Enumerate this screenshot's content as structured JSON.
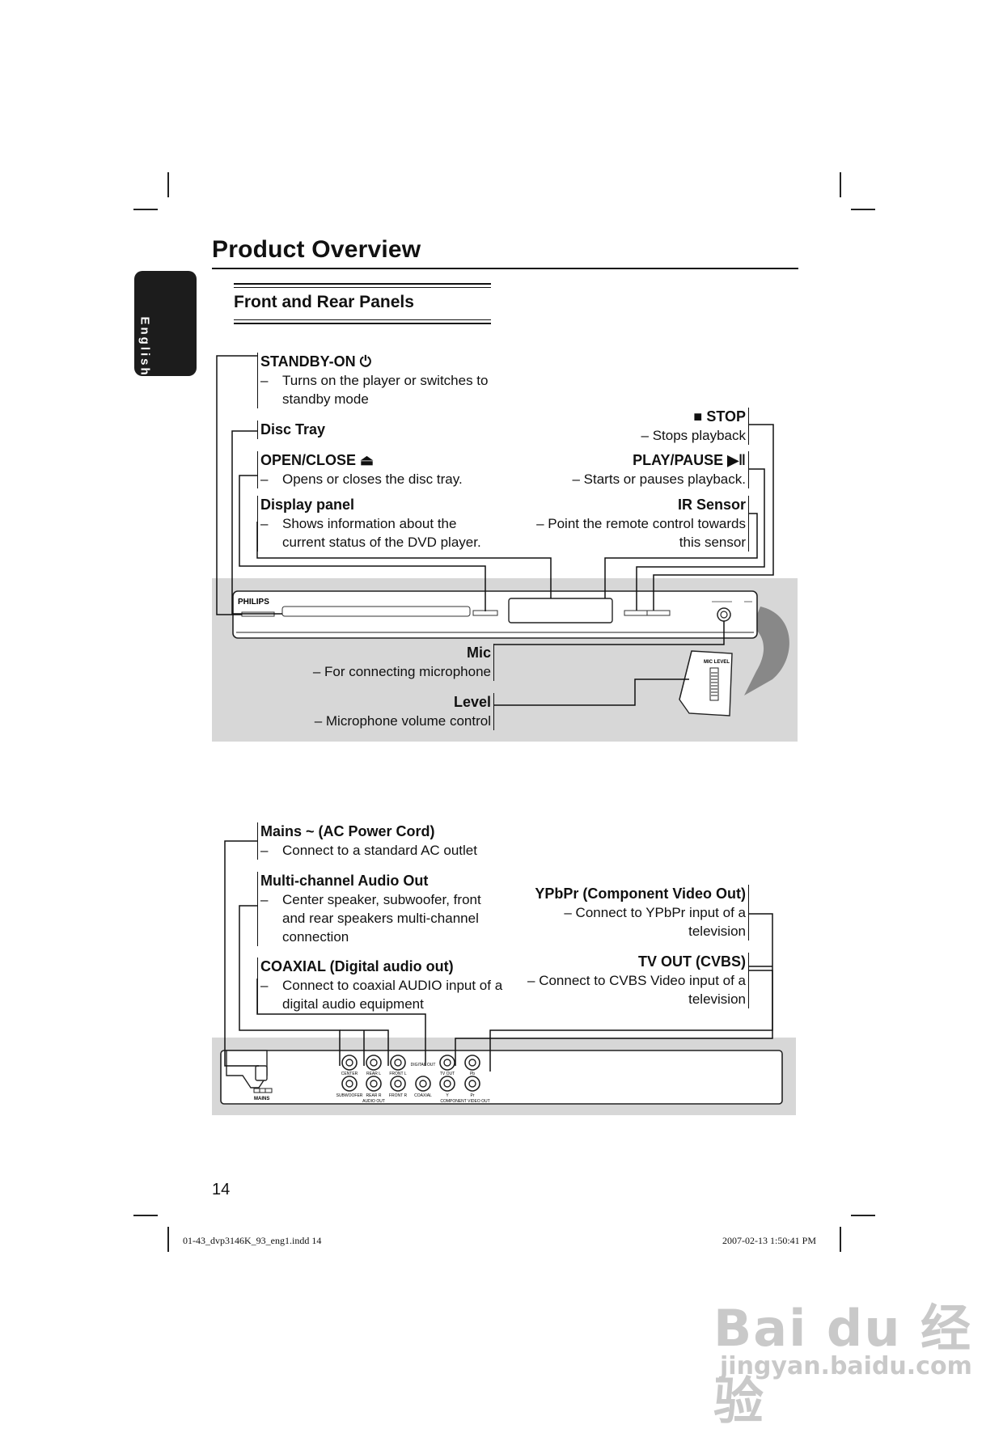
{
  "page": {
    "title": "Product Overview",
    "subtitle": "Front and Rear Panels",
    "language_tab": "English",
    "page_number": "14",
    "footer_left": "01-43_dvp3146K_93_eng1.indd   14",
    "footer_right": "2007-02-13   1:50:41 PM"
  },
  "front_labels": {
    "standby": {
      "title": "STANDBY-ON",
      "icon": "power-icon",
      "dash": "–",
      "desc": "Turns on the player or switches to standby mode"
    },
    "disc_tray": {
      "title": "Disc Tray"
    },
    "open_close": {
      "title": "OPEN/CLOSE",
      "icon": "eject-icon",
      "dash": "–",
      "desc": "Opens or closes the disc tray."
    },
    "display_panel": {
      "title": "Display panel",
      "dash": "–",
      "desc": "Shows information about the current status of the DVD player."
    },
    "stop": {
      "title": "STOP",
      "icon": "stop-icon",
      "desc": "– Stops playback"
    },
    "play_pause": {
      "title": "PLAY/PAUSE",
      "icon": "play-pause-icon",
      "desc": "– Starts or pauses playback."
    },
    "ir_sensor": {
      "title": "IR Sensor",
      "desc": "– Point the remote control towards this sensor"
    },
    "mic": {
      "title": "Mic",
      "desc": "– For connecting microphone"
    },
    "level": {
      "title": "Level",
      "desc": "– Microphone volume control"
    }
  },
  "rear_labels": {
    "mains": {
      "title": "Mains ~ (AC Power Cord)",
      "dash": "–",
      "desc": "Connect to a standard AC outlet"
    },
    "multichannel": {
      "title": "Multi-channel Audio Out",
      "dash": "–",
      "desc": "Center speaker, subwoofer, front and rear speakers multi-channel connection"
    },
    "coaxial": {
      "title": "COAXIAL (Digital audio out)",
      "dash": "–",
      "desc": "Connect to coaxial AUDIO input of a digital audio equipment"
    },
    "ypbpr": {
      "title": "YPbPr (Component Video Out)",
      "desc": "– Connect to YPbPr input of a television"
    },
    "tvout": {
      "title": "TV OUT (CVBS)",
      "desc": "– Connect to CVBS Video input of a television"
    }
  },
  "front_device": {
    "brand": "PHILIPS",
    "mic_level_label": "MIC LEVEL"
  },
  "rear_device": {
    "jacks_top": [
      "CENTER",
      "REAR L",
      "FRONT L",
      "DIGITAL OUT",
      "TV OUT",
      "Pb"
    ],
    "jacks_bottom": [
      "SUBWOOFER",
      "REAR R",
      "FRONT R",
      "COAXIAL",
      "Y",
      "Pr"
    ],
    "group_audio": "AUDIO OUT",
    "group_video": "COMPONENT VIDEO OUT",
    "mains_label": "MAINS"
  },
  "watermark": {
    "logo": "Bai du 经验",
    "url": "jingyan.baidu.com"
  },
  "colors": {
    "panel_gray": "#d7d7d7",
    "text": "#111111"
  }
}
